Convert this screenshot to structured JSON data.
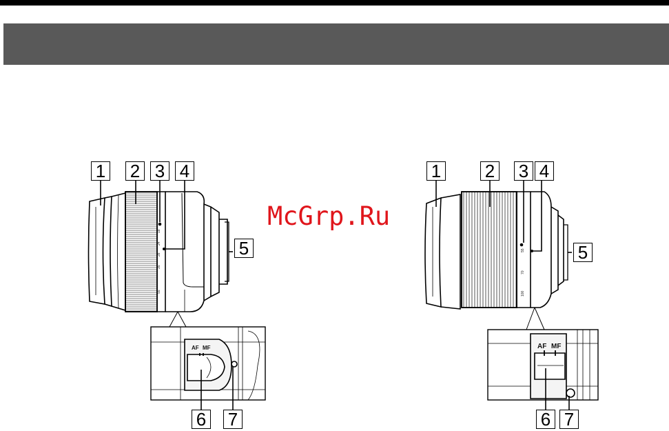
{
  "watermark": "McGrp.Ru",
  "lens_left": {
    "callouts": [
      "1",
      "2",
      "3",
      "4",
      "5",
      "6",
      "7"
    ],
    "focal_marks": [
      "18",
      "24",
      "28",
      "35",
      "55"
    ],
    "switch_af": "AF",
    "switch_mf": "MF"
  },
  "lens_right": {
    "callouts": [
      "1",
      "2",
      "3",
      "4",
      "5",
      "6",
      "7"
    ],
    "focal_marks": [
      "55",
      "70",
      "100"
    ],
    "switch_af": "AF",
    "switch_mf": "MF"
  },
  "colors": {
    "header_band": "#595959",
    "top_bar": "#000000",
    "watermark": "#e0151b"
  }
}
